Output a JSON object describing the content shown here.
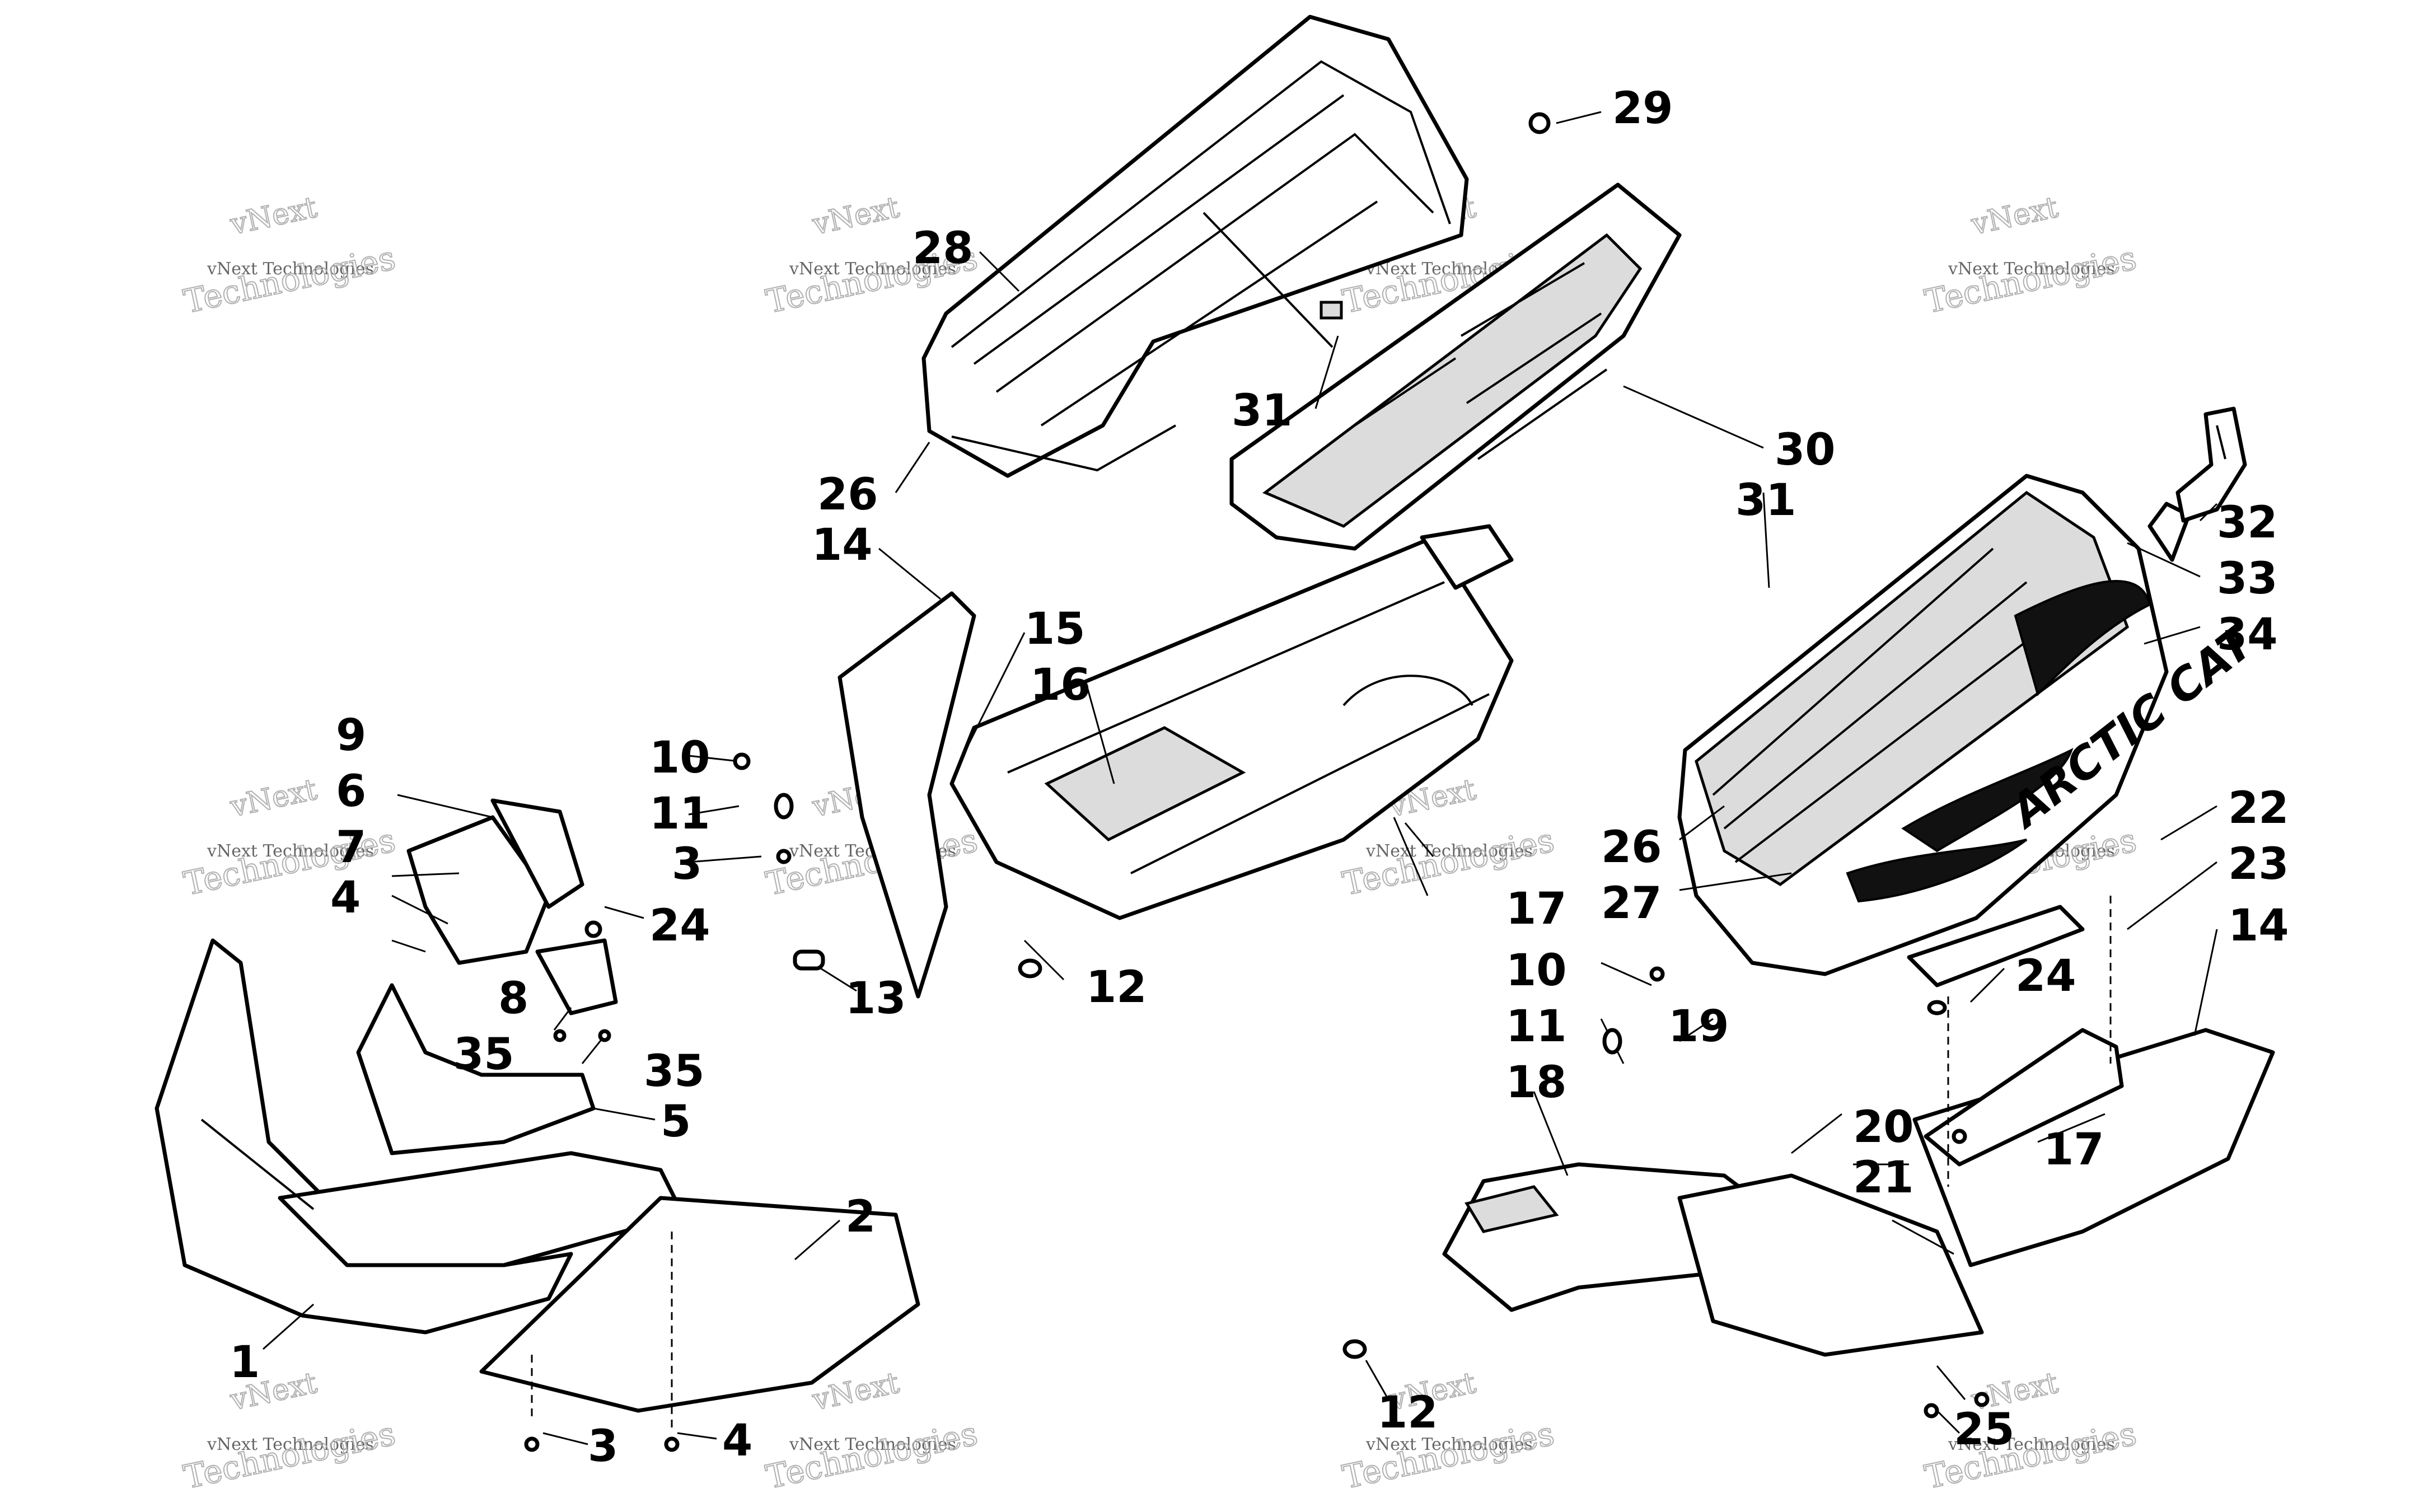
{
  "callouts": [
    "1",
    "2",
    "3",
    "4",
    "5",
    "6",
    "7",
    "8",
    "9",
    "10",
    "11",
    "12",
    "13",
    "14",
    "15",
    "16",
    "17",
    "18",
    "19",
    "20",
    "21",
    "22",
    "23",
    "24",
    "25",
    "26",
    "27",
    "28",
    "29",
    "30",
    "31",
    "32",
    "33",
    "34",
    "35"
  ],
  "watermark": {
    "small": "vNext Technologies",
    "big": "Technologies",
    "v": "vNext"
  },
  "decal_text": "ARCTIC CAT",
  "colors": {
    "ink": "#000000",
    "paper": "#ffffff",
    "watermark": "#b0b0b0"
  }
}
